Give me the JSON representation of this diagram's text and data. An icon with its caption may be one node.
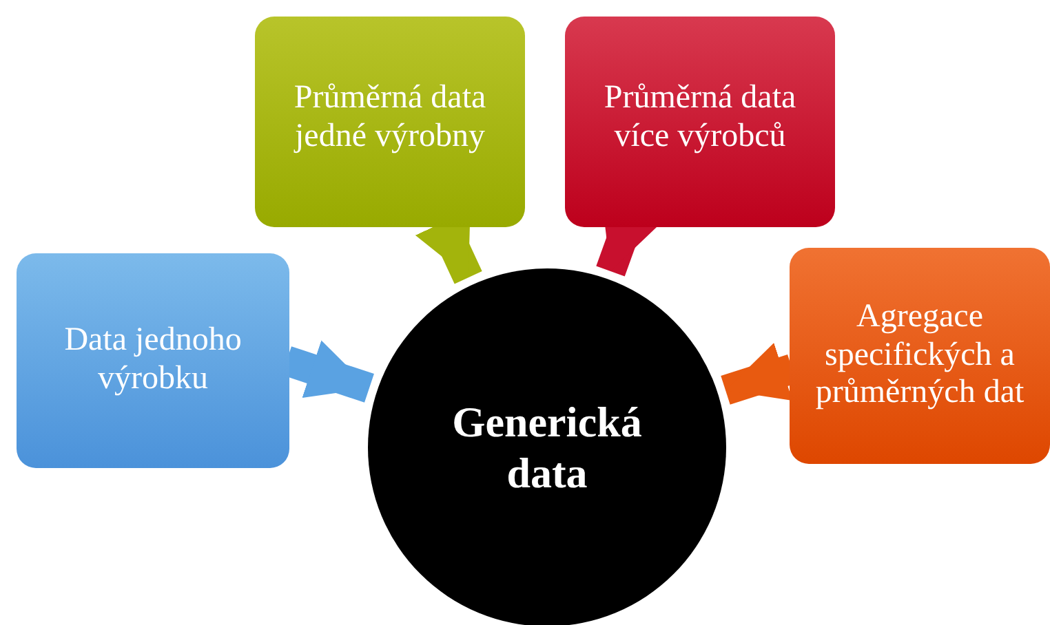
{
  "diagram": {
    "nodes": [
      {
        "text": [
          "Průměrná data jedné výrobny"
        ]
      },
      {
        "text": [
          "Průměrná data více výrobců"
        ]
      },
      {
        "text": [
          "Data jednoho výrobku"
        ]
      },
      {
        "text": [
          "Agregace specifických a průměrných dat"
        ]
      },
      {
        "text": [
          "Generická data"
        ]
      }
    ],
    "edges": [
      {
        "from": 0,
        "to": 4,
        "arrow": "to",
        "color": "#a3b40c"
      },
      {
        "from": 1,
        "to": 4,
        "arrow": "to",
        "color": "#c8102e"
      },
      {
        "from": 2,
        "to": 4,
        "arrow": "to",
        "color": "#5aa2e2"
      },
      {
        "from": 3,
        "to": 4,
        "arrow": "to",
        "color": "#e85a10"
      }
    ]
  }
}
